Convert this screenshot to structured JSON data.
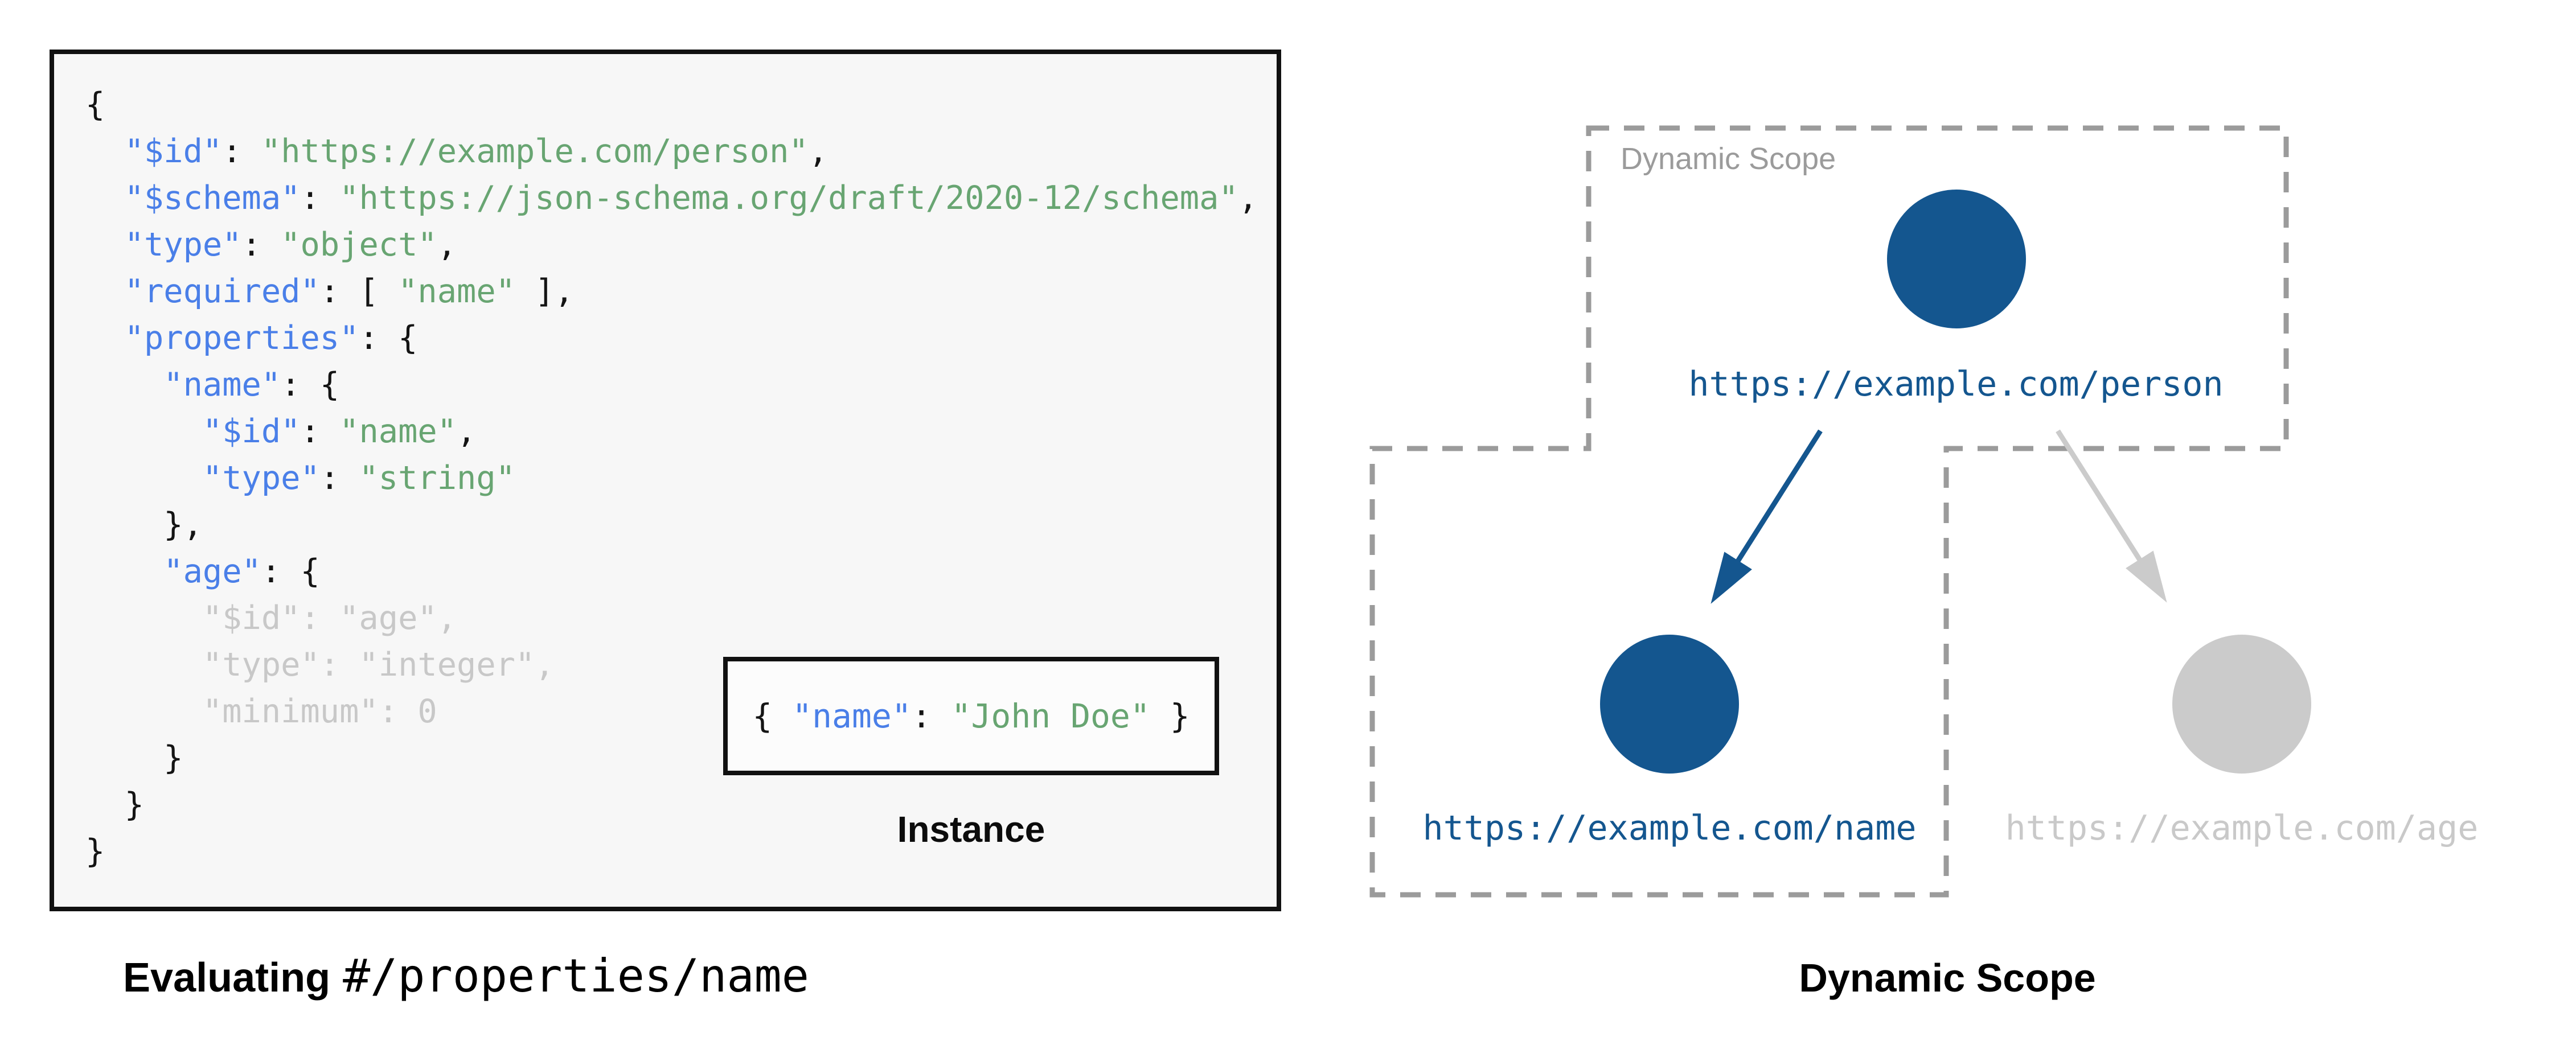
{
  "figure": {
    "left": {
      "code_lines": [
        [
          {
            "t": "{",
            "c": "p"
          }
        ],
        [
          {
            "t": "  ",
            "c": "p"
          },
          {
            "t": "\"$id\"",
            "c": "k"
          },
          {
            "t": ": ",
            "c": "p"
          },
          {
            "t": "\"https://example.com/person\"",
            "c": "s"
          },
          {
            "t": ",",
            "c": "p"
          }
        ],
        [
          {
            "t": "  ",
            "c": "p"
          },
          {
            "t": "\"$schema\"",
            "c": "k"
          },
          {
            "t": ": ",
            "c": "p"
          },
          {
            "t": "\"https://json-schema.org/draft/2020-12/schema\"",
            "c": "s"
          },
          {
            "t": ",",
            "c": "p"
          }
        ],
        [
          {
            "t": "  ",
            "c": "p"
          },
          {
            "t": "\"type\"",
            "c": "k"
          },
          {
            "t": ": ",
            "c": "p"
          },
          {
            "t": "\"object\"",
            "c": "s"
          },
          {
            "t": ",",
            "c": "p"
          }
        ],
        [
          {
            "t": "  ",
            "c": "p"
          },
          {
            "t": "\"required\"",
            "c": "k"
          },
          {
            "t": ": [ ",
            "c": "p"
          },
          {
            "t": "\"name\"",
            "c": "s"
          },
          {
            "t": " ],",
            "c": "p"
          }
        ],
        [
          {
            "t": "  ",
            "c": "p"
          },
          {
            "t": "\"properties\"",
            "c": "k"
          },
          {
            "t": ": {",
            "c": "p"
          }
        ],
        [
          {
            "t": "    ",
            "c": "p"
          },
          {
            "t": "\"name\"",
            "c": "k"
          },
          {
            "t": ": {",
            "c": "p"
          }
        ],
        [
          {
            "t": "      ",
            "c": "p"
          },
          {
            "t": "\"$id\"",
            "c": "k"
          },
          {
            "t": ": ",
            "c": "p"
          },
          {
            "t": "\"name\"",
            "c": "s"
          },
          {
            "t": ",",
            "c": "p"
          }
        ],
        [
          {
            "t": "      ",
            "c": "p"
          },
          {
            "t": "\"type\"",
            "c": "k"
          },
          {
            "t": ": ",
            "c": "p"
          },
          {
            "t": "\"string\"",
            "c": "s"
          }
        ],
        [
          {
            "t": "    },",
            "c": "p"
          }
        ],
        [
          {
            "t": "    ",
            "c": "p"
          },
          {
            "t": "\"age\"",
            "c": "k"
          },
          {
            "t": ": {",
            "c": "p"
          }
        ],
        [
          {
            "t": "      \"$id\": \"age\",",
            "c": "d"
          }
        ],
        [
          {
            "t": "      \"type\": \"integer\",",
            "c": "d"
          }
        ],
        [
          {
            "t": "      \"minimum\": 0",
            "c": "d"
          }
        ],
        [
          {
            "t": "    }",
            "c": "p"
          }
        ],
        [
          {
            "t": "  }",
            "c": "p"
          }
        ],
        [
          {
            "t": "}",
            "c": "p"
          }
        ]
      ],
      "instance": {
        "segments": [
          {
            "t": "{ ",
            "c": "p"
          },
          {
            "t": "\"name\"",
            "c": "k"
          },
          {
            "t": ": ",
            "c": "p"
          },
          {
            "t": "\"John Doe\"",
            "c": "s"
          },
          {
            "t": " }",
            "c": "p"
          }
        ],
        "label": "Instance"
      },
      "caption_bold": "Evaluating",
      "caption_mono": "#/properties/name"
    },
    "right": {
      "scope_box_label": "Dynamic Scope",
      "person_url": "https://example.com/person",
      "name_url": "https://example.com/name",
      "age_url": "https://example.com/age",
      "caption": "Dynamic Scope"
    },
    "colors": {
      "key_blue": "#4a7fe8",
      "string_green": "#68a572",
      "dimmed_code_gray": "#c8c8c8",
      "node_blue": "#14568f",
      "node_gray": "#cbcbcb",
      "muted_text_gray": "#c9c9c9",
      "dash_border_gray": "#9b9b9b",
      "code_background": "#f7f7f7",
      "box_border_black": "#111111"
    }
  }
}
